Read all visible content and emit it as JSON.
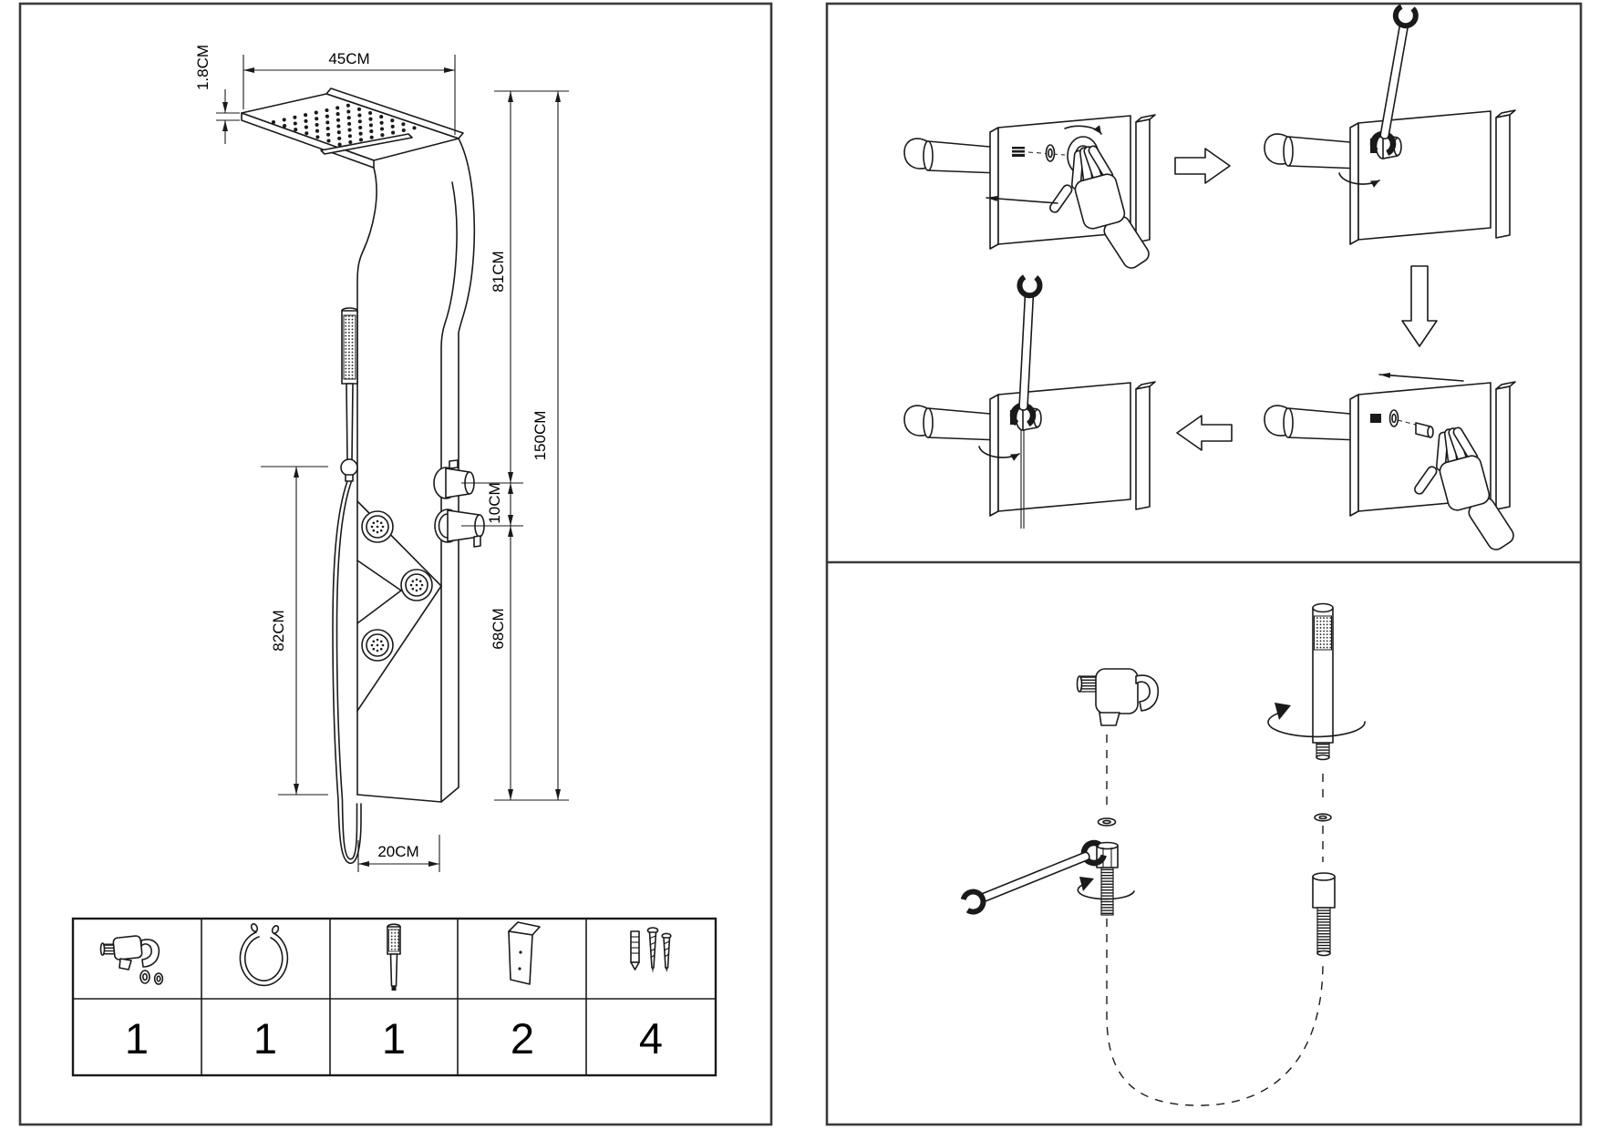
{
  "page": {
    "background": "#ffffff",
    "line_color": "#1a1a1a",
    "border_color": "#3a3a3a"
  },
  "dimension_drawing": {
    "head_width": "45CM",
    "head_thickness": "1.8CM",
    "top_to_upper_knob": "81CM",
    "total_height": "150CM",
    "knob_spacing": "10CM",
    "lower_knob_to_bottom": "68CM",
    "holder_to_bottom": "82CM",
    "hose_bottom_offset": "20CM"
  },
  "parts_table": {
    "items": [
      {
        "name": "wall-outlet-holder",
        "qty": "1"
      },
      {
        "name": "shower-hose",
        "qty": "1"
      },
      {
        "name": "hand-shower",
        "qty": "1"
      },
      {
        "name": "wall-bracket",
        "qty": "2"
      },
      {
        "name": "screws-and-anchors",
        "qty": "4"
      }
    ]
  }
}
